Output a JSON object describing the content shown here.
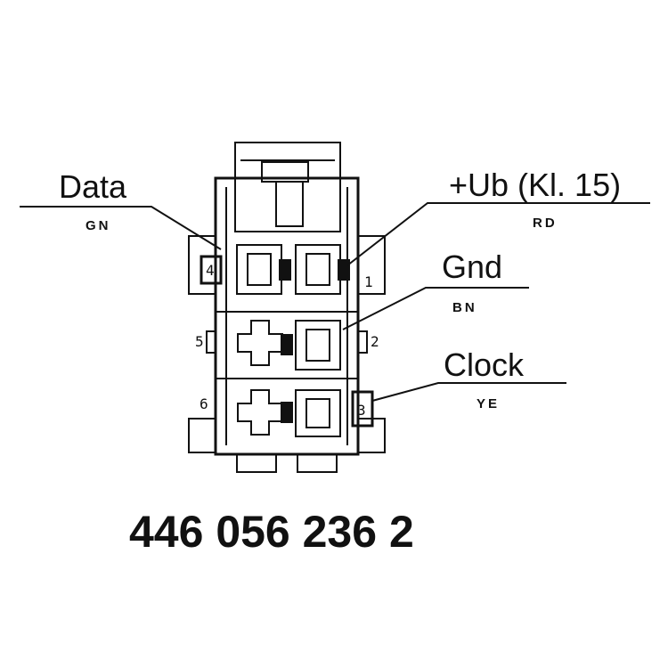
{
  "wires": [
    {
      "label": "Data",
      "code": "GN"
    },
    {
      "label": "+Ub (Kl. 15)",
      "code": "RD"
    },
    {
      "label": "Gnd",
      "code": "BN"
    },
    {
      "label": "Clock",
      "code": "YE"
    }
  ],
  "pins": [
    "1",
    "2",
    "3",
    "4",
    "5",
    "6"
  ],
  "part_number": "446 056 236 2"
}
